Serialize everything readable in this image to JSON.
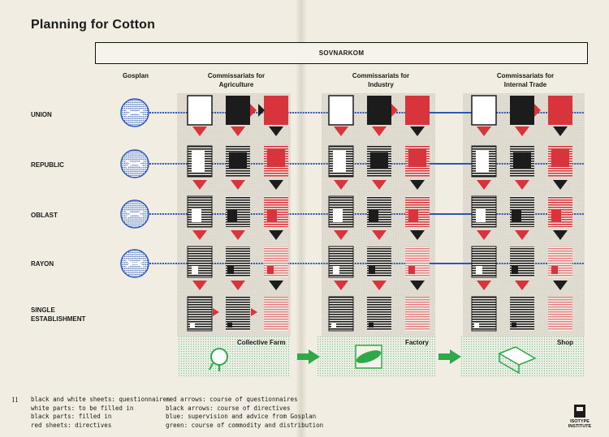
{
  "title": "Planning for Cotton",
  "sovnarkom": "SOVNARKOM",
  "columns": {
    "gosplan": "Gosplan",
    "agriculture": [
      "Commissariats for",
      "Agriculture"
    ],
    "industry": [
      "Commissariats for",
      "Industry"
    ],
    "trade": [
      "Commissariats for",
      "Internal Trade"
    ]
  },
  "rows": {
    "union": "UNION",
    "republic": "REPUBLIC",
    "oblast": "OBLAST",
    "rayon": "RAYON",
    "single": [
      "SINGLE",
      "ESTABLISHMENT"
    ]
  },
  "establishments": {
    "farm": "Collective Farm",
    "factory": "Factory",
    "shop": "Shop"
  },
  "page_number": "11",
  "legend": {
    "left": [
      "black and white sheets: questionnaires",
      "white parts: to be filled in",
      "black parts: filled in",
      "red sheets: directives"
    ],
    "right": [
      "red arrows: course of questionnaires",
      "black arrows: course of directives",
      "blue: supervision and advice from Gosplan",
      "green: course of commodity and distribution"
    ]
  },
  "logo": [
    "ISOTYPE",
    "INSTITUTE"
  ],
  "colors": {
    "red": "#d8343b",
    "black": "#1c1c1c",
    "blue": "#2c57b8",
    "green": "#2fa84a",
    "pink": "#e88a8e",
    "gray": "#d9d6cc"
  }
}
